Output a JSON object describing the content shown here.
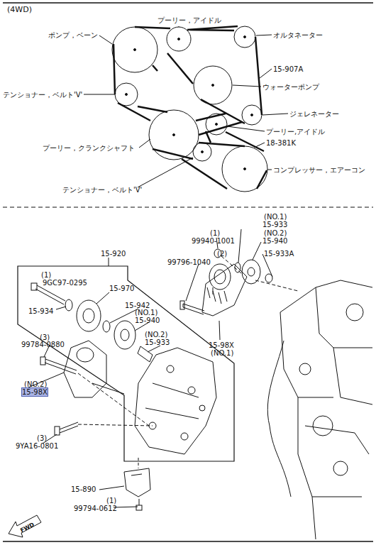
{
  "diagram": {
    "title": "(4WD)",
    "nodes": [
      {
        "text": [
          "15-920"
        ]
      }
    ],
    "labels": [
      "プーリー，アイドル",
      "ポンプ，ベーン",
      "オルタネーター",
      "15-907A",
      "ウォーターポンプ",
      "テンショナー，ベルト'V'",
      "ジェレネーター",
      "プーリー,アイドル",
      "18-381K",
      "プーリー，クランクシャフト",
      "コンプレッサー，エアーコン",
      "テンショナー，ベルト'V'",
      "(1)",
      "99940-1001",
      "(NO.1)",
      "15-933",
      "(NO.2)",
      "15-940",
      "15-933A",
      "(2)",
      "99796-1040",
      "(1)",
      "9GC97-0295",
      "15-970",
      "15-934",
      "15-942",
      "(NO.1)",
      "15-940",
      "(NO.2)",
      "15-933",
      "15-98X",
      "(NO.1)",
      "(3)",
      "99784-0880",
      "(NO.2)",
      "15-98X",
      "(3)",
      "9YA16-0801",
      "15-890",
      "(1)",
      "99794-0612",
      "FWD"
    ]
  }
}
